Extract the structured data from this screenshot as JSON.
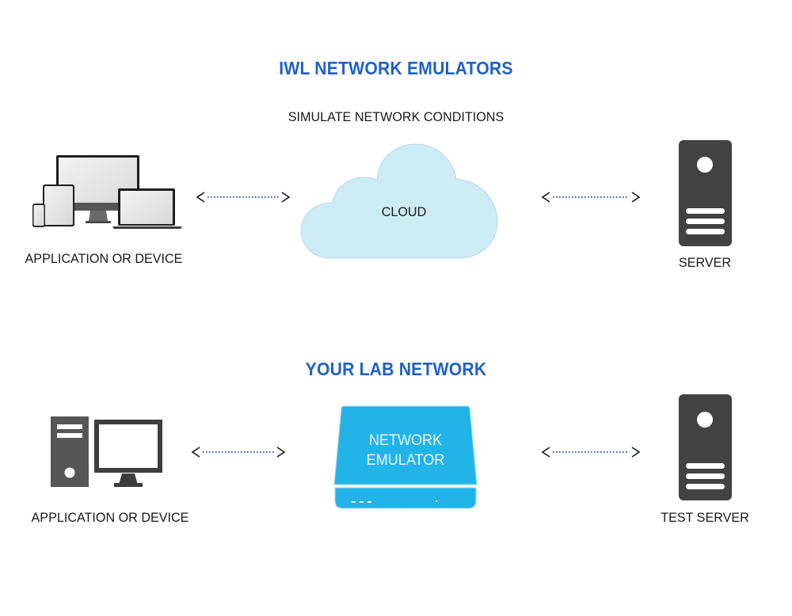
{
  "top_section": {
    "title": "IWL NETWORK EMULATORS",
    "subtitle": "SIMULATE NETWORK CONDITIONS",
    "left_label": "APPLICATION OR DEVICE",
    "middle_label": "CLOUD",
    "right_label": "SERVER",
    "icons": {
      "left": "devices-icon",
      "middle": "cloud-icon",
      "right": "server-icon"
    }
  },
  "bottom_section": {
    "title": "YOUR LAB NETWORK",
    "left_label": "APPLICATION OR DEVICE",
    "middle_label_line1": "NETWORK",
    "middle_label_line2": "EMULATOR",
    "right_label": "TEST SERVER",
    "icons": {
      "left": "desktop-computer-icon",
      "middle": "network-emulator-icon",
      "right": "server-icon"
    }
  },
  "colors": {
    "heading": "#2061c9",
    "cloud_fill": "#cdebf5",
    "emulator_fill": "#22b4e8",
    "server_fill": "#424242",
    "arrow_dots": "#1f4fa8"
  }
}
